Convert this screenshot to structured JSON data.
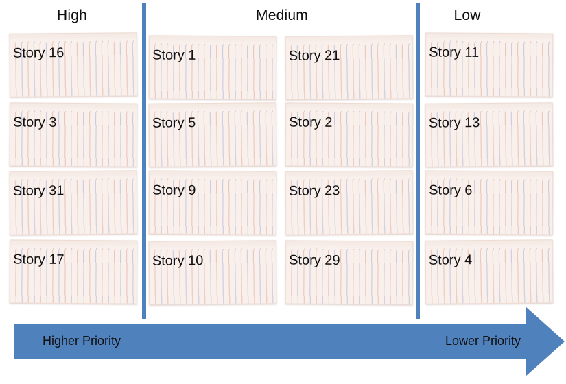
{
  "board": {
    "headers": {
      "high": "High",
      "medium": "Medium",
      "low": "Low"
    },
    "cards": {
      "high": [
        "Story 16",
        "Story 3",
        "Story 31",
        "Story 17"
      ],
      "medium_left": [
        "Story 1",
        "Story 5",
        "Story 9",
        "Story 10"
      ],
      "medium_right": [
        "Story 21",
        "Story 2",
        "Story 23",
        "Story 29"
      ],
      "low": [
        "Story 11",
        "Story 13",
        "Story 6",
        "Story 4"
      ]
    },
    "arrow": {
      "left_label": "Higher Priority",
      "right_label": "Lower Priority"
    },
    "colors": {
      "accent_blue": "#4f81bd",
      "card_bg": "#f9f0ec",
      "card_line_pink": "#d59c8f",
      "card_line_blue": "#949ecc",
      "text": "#000000"
    }
  }
}
